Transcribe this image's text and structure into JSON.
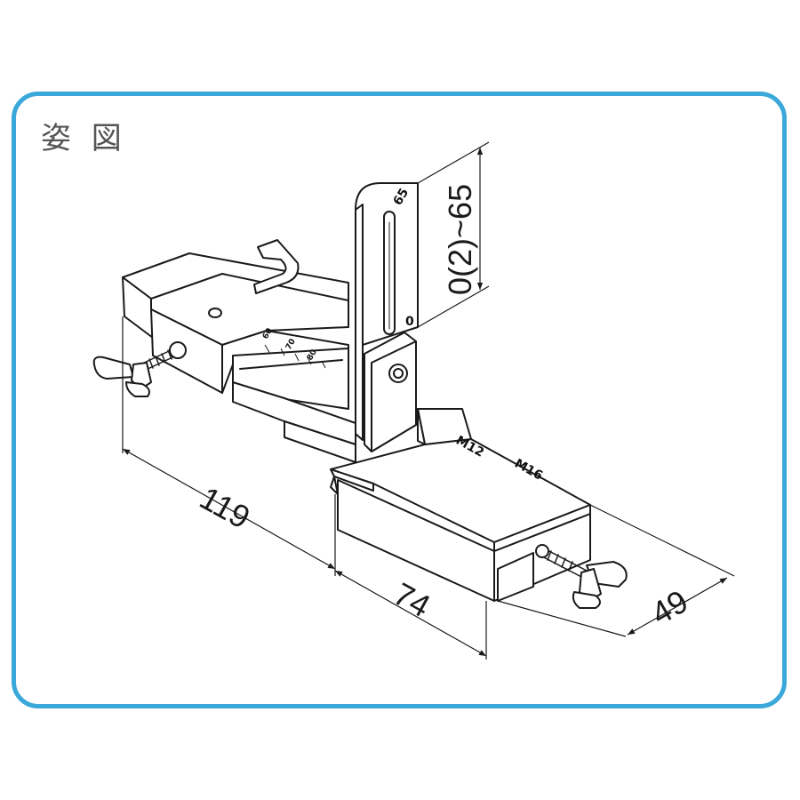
{
  "title": "姿 図",
  "colors": {
    "frame_border": "#3aa8d8",
    "line": "#1a1a1a",
    "title_text": "#555555"
  },
  "dimensions": {
    "width": "119",
    "depth": "74",
    "bolt_reach": "49",
    "adjust_range": "0(2)~65"
  },
  "scale_labels": {
    "top": "65",
    "bottom": "0"
  },
  "bolt_markings": {
    "small": "M12",
    "large": "M16"
  },
  "slide_scale": [
    "60",
    "70",
    "80"
  ]
}
